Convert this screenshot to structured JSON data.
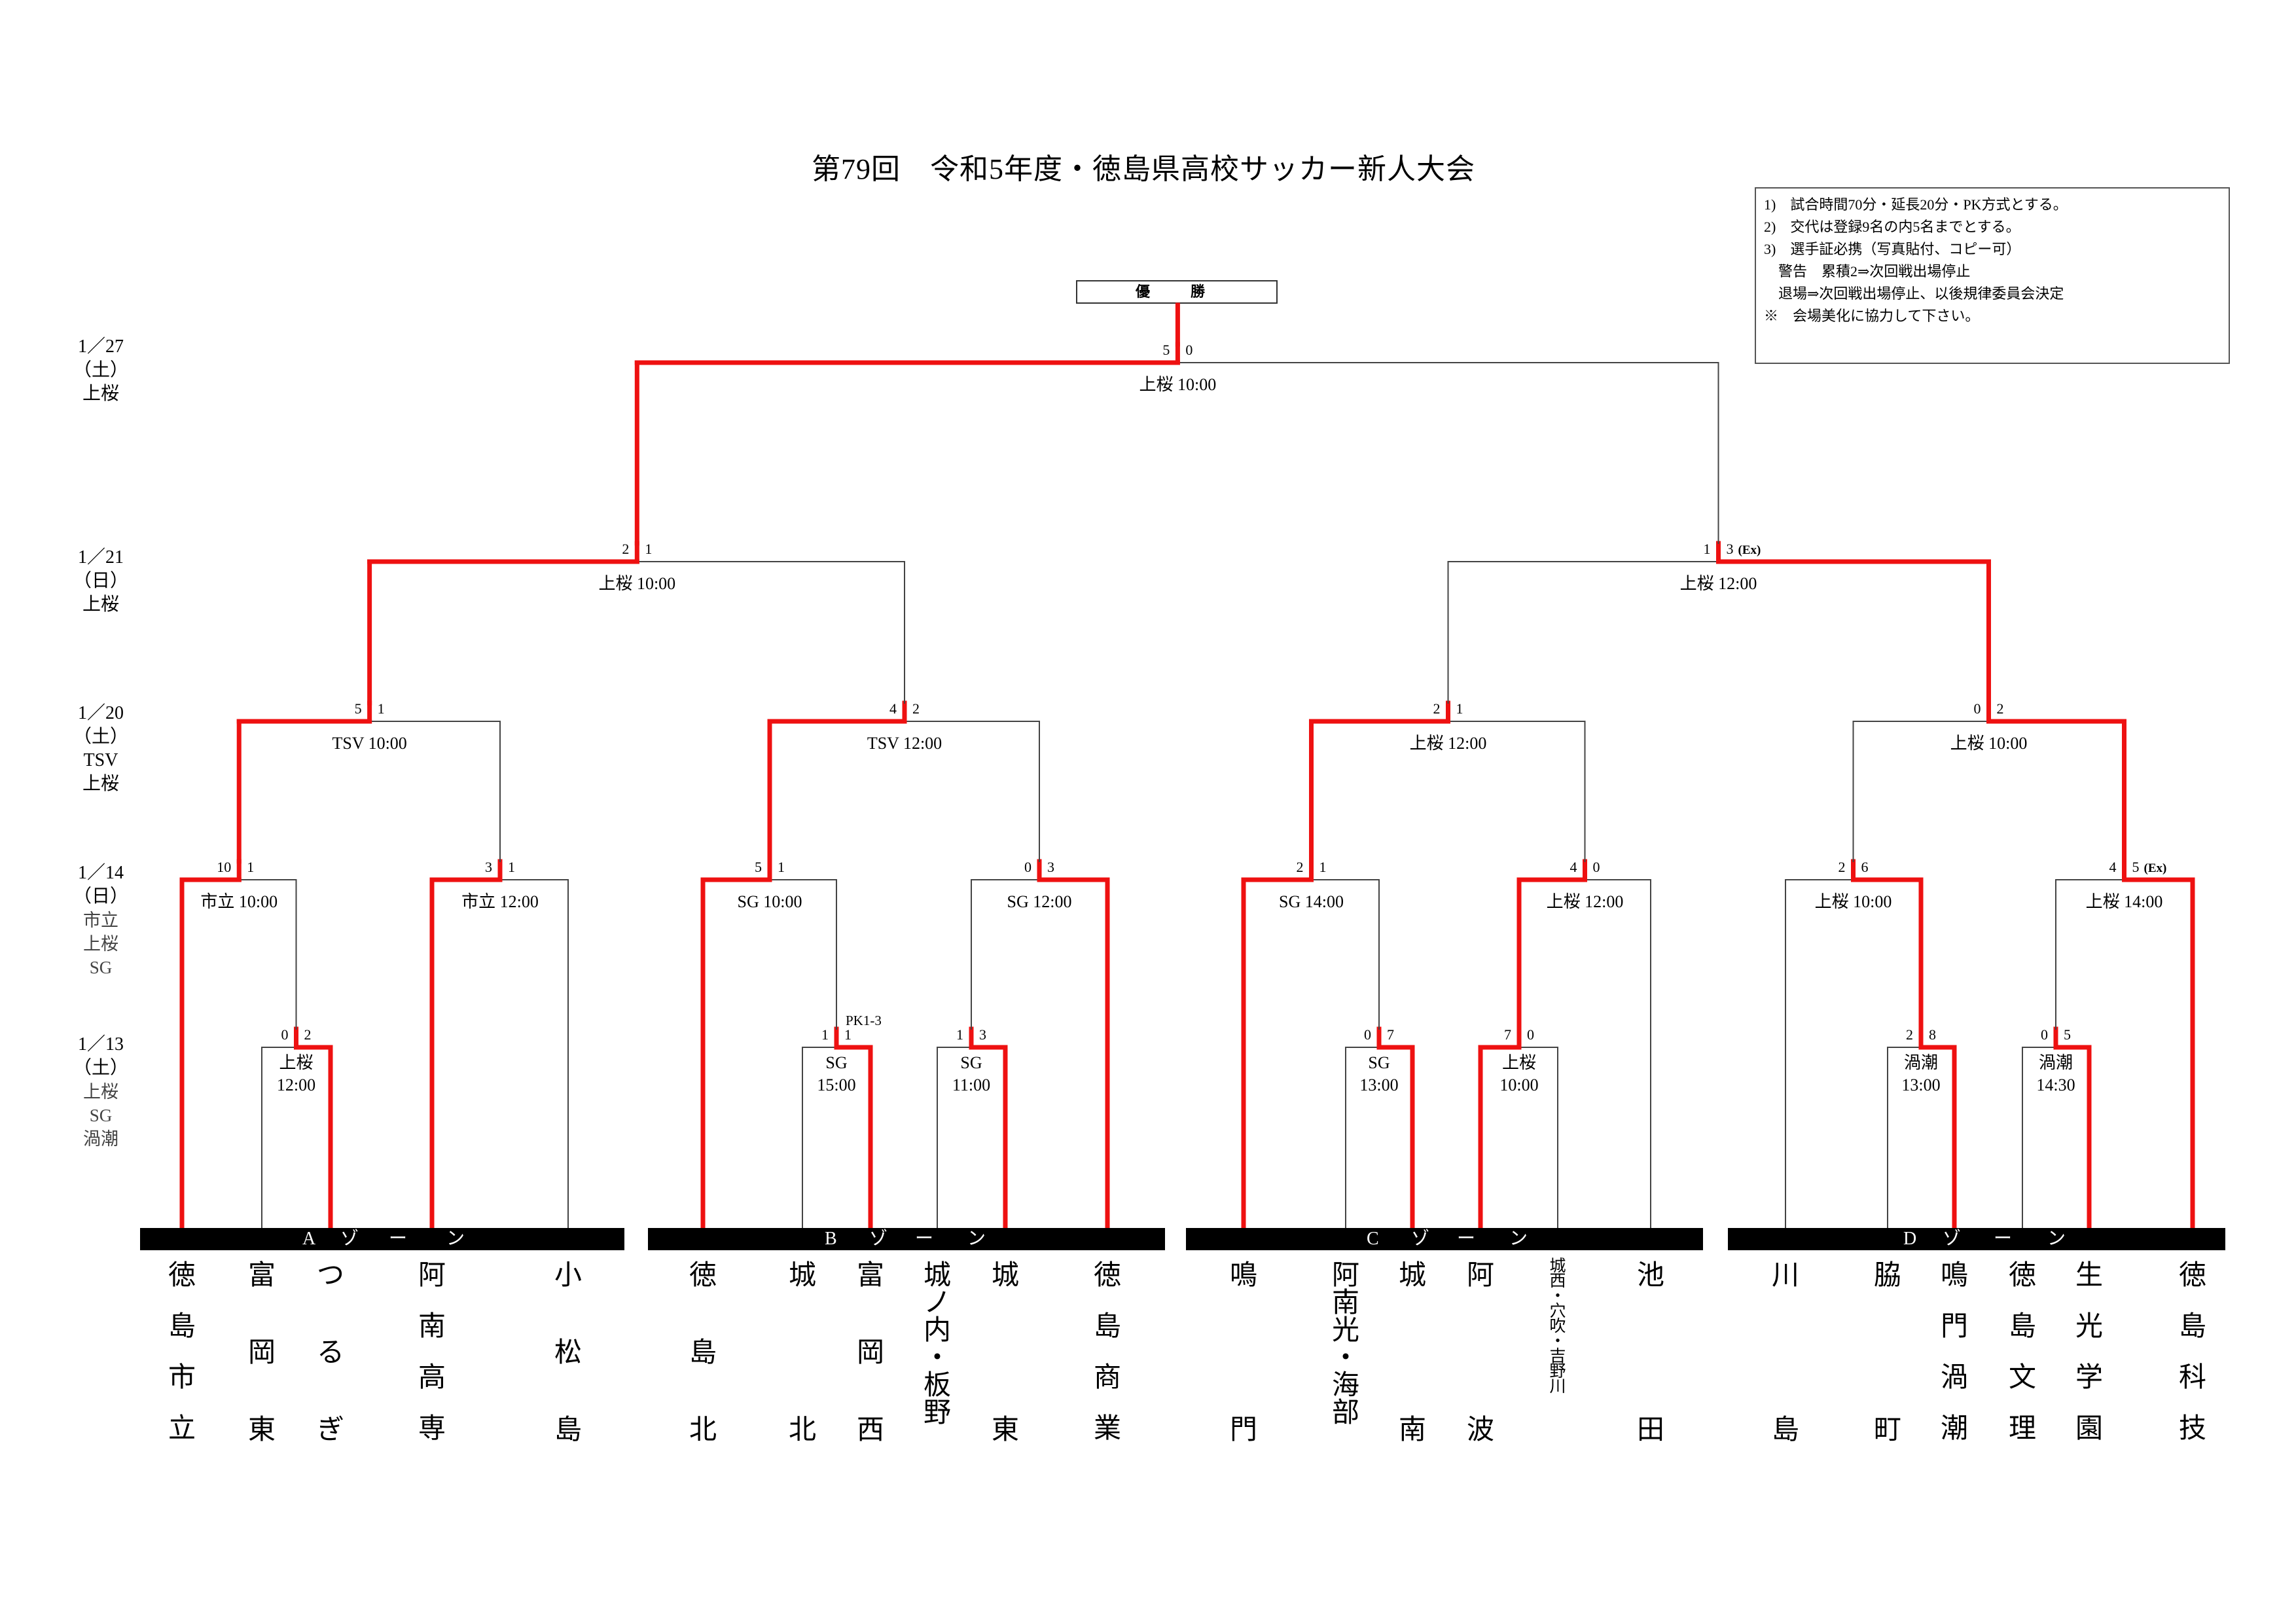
{
  "title": "第79回　令和5年度・徳島県高校サッカー新人大会",
  "notes": [
    "1)　試合時間70分・延長20分・PK方式とする。",
    "2)　交代は登録9名の内5名までとする。",
    "3)　選手証必携（写真貼付、コピー可）",
    "　警告　累積2⇒次回戦出場停止",
    "　退場⇒次回戦出場停止、以後規律委員会決定",
    "※　会場美化に協力して下さい。"
  ],
  "champion_label": "優　勝",
  "rounds": [
    {
      "date": "1／27",
      "day": "（土）",
      "venues": [
        "上桜"
      ]
    },
    {
      "date": "1／21",
      "day": "（日）",
      "venues": [
        "上桜"
      ]
    },
    {
      "date": "1／20",
      "day": "（土）",
      "venues": [
        "TSV",
        "上桜"
      ]
    },
    {
      "date": "1／14",
      "day": "（日）",
      "venues": [
        "市立",
        "上桜",
        "SG"
      ]
    },
    {
      "date": "1／13",
      "day": "（土）",
      "venues": [
        "上桜",
        "SG",
        "渦潮"
      ]
    }
  ],
  "zones": [
    {
      "letter": "A",
      "chars": [
        "ゾ",
        "ー",
        "ン"
      ]
    },
    {
      "letter": "B",
      "chars": [
        "ゾ",
        "ー",
        "ン"
      ]
    },
    {
      "letter": "C",
      "chars": [
        "ゾ",
        "ー",
        "ン"
      ]
    },
    {
      "letter": "D",
      "chars": [
        "ゾ",
        "ー",
        "ン"
      ]
    }
  ],
  "teams": [
    {
      "id": "t0",
      "name": "徳島市立",
      "chars": [
        "徳",
        "島",
        "市",
        "立"
      ]
    },
    {
      "id": "t1",
      "name": "富岡東",
      "chars": [
        "富",
        "岡",
        "東"
      ]
    },
    {
      "id": "t2",
      "name": "つるぎ",
      "chars": [
        "つ",
        "る",
        "ぎ"
      ]
    },
    {
      "id": "t3",
      "name": "阿南高専",
      "chars": [
        "阿",
        "南",
        "高",
        "専"
      ]
    },
    {
      "id": "t4",
      "name": "小松島",
      "chars": [
        "小",
        "松",
        "島"
      ]
    },
    {
      "id": "t5",
      "name": "徳島北",
      "chars": [
        "徳",
        "島",
        "北"
      ]
    },
    {
      "id": "t6",
      "name": "城北",
      "chars": [
        "城",
        "北"
      ]
    },
    {
      "id": "t7",
      "name": "富岡西",
      "chars": [
        "富",
        "岡",
        "西"
      ]
    },
    {
      "id": "t8",
      "name": "城ノ内・板野",
      "chars": [
        "城",
        "ノ",
        "内",
        "・",
        "板",
        "野"
      ]
    },
    {
      "id": "t9",
      "name": "城東",
      "chars": [
        "城",
        "東"
      ]
    },
    {
      "id": "t10",
      "name": "徳島商業",
      "chars": [
        "徳",
        "島",
        "商",
        "業"
      ]
    },
    {
      "id": "t11",
      "name": "鳴門",
      "chars": [
        "鳴",
        "門"
      ]
    },
    {
      "id": "t12",
      "name": "阿南光・海部",
      "chars": [
        "阿",
        "南",
        "光",
        "・",
        "海",
        "部"
      ]
    },
    {
      "id": "t13",
      "name": "城南",
      "chars": [
        "城",
        "南"
      ]
    },
    {
      "id": "t14",
      "name": "阿波",
      "chars": [
        "阿",
        "波"
      ]
    },
    {
      "id": "t15",
      "name": "城西・穴吹・吉野川",
      "chars": [
        "城",
        "西",
        "・",
        "穴",
        "吹",
        "・",
        "吉",
        "野",
        "川"
      ]
    },
    {
      "id": "t16",
      "name": "池田",
      "chars": [
        "池",
        "田"
      ]
    },
    {
      "id": "t17",
      "name": "川島",
      "chars": [
        "川",
        "島"
      ]
    },
    {
      "id": "t18",
      "name": "脇町",
      "chars": [
        "脇",
        "町"
      ]
    },
    {
      "id": "t19",
      "name": "鳴門渦潮",
      "chars": [
        "鳴",
        "門",
        "渦",
        "潮"
      ]
    },
    {
      "id": "t20",
      "name": "徳島文理",
      "chars": [
        "徳",
        "島",
        "文",
        "理"
      ]
    },
    {
      "id": "t21",
      "name": "生光学園",
      "chars": [
        "生",
        "光",
        "学",
        "園"
      ]
    },
    {
      "id": "t22",
      "name": "徳島科技",
      "chars": [
        "徳",
        "島",
        "科",
        "技"
      ]
    }
  ],
  "matches": [
    {
      "id": "m1",
      "round": "1/13",
      "zone": "A",
      "venue": "上桜",
      "time": "12:00",
      "score_left": "0",
      "score_right": "2",
      "winner": "right"
    },
    {
      "id": "m2",
      "round": "1/13",
      "zone": "B",
      "venue": "SG",
      "time": "15:00",
      "score_left": "1",
      "score_right": "1",
      "note": "PK1-3",
      "winner": "right"
    },
    {
      "id": "m3",
      "round": "1/13",
      "zone": "B",
      "venue": "SG",
      "time": "11:00",
      "score_left": "1",
      "score_right": "3",
      "winner": "right"
    },
    {
      "id": "m4",
      "round": "1/13",
      "zone": "C",
      "venue": "SG",
      "time": "13:00",
      "score_left": "0",
      "score_right": "7",
      "winner": "right"
    },
    {
      "id": "m5",
      "round": "1/13",
      "zone": "C",
      "venue": "上桜",
      "time": "10:00",
      "score_left": "7",
      "score_right": "0",
      "winner": "left"
    },
    {
      "id": "m6",
      "round": "1/13",
      "zone": "D",
      "venue": "渦潮",
      "time": "13:00",
      "score_left": "2",
      "score_right": "8",
      "winner": "right"
    },
    {
      "id": "m7",
      "round": "1/13",
      "zone": "D",
      "venue": "渦潮",
      "time": "14:30",
      "score_left": "0",
      "score_right": "5",
      "winner": "right"
    },
    {
      "id": "m8",
      "round": "1/14",
      "zone": "A",
      "label": "市立 10:00",
      "score_left": "10",
      "score_right": "1",
      "winner": "left"
    },
    {
      "id": "m9",
      "round": "1/14",
      "zone": "A",
      "label": "市立 12:00",
      "score_left": "3",
      "score_right": "1",
      "winner": "left"
    },
    {
      "id": "m10",
      "round": "1/14",
      "zone": "B",
      "label": "SG 10:00",
      "score_left": "5",
      "score_right": "1",
      "winner": "left"
    },
    {
      "id": "m11",
      "round": "1/14",
      "zone": "B",
      "label": "SG 12:00",
      "score_left": "0",
      "score_right": "3",
      "winner": "right"
    },
    {
      "id": "m12",
      "round": "1/14",
      "zone": "C",
      "label": "SG 14:00",
      "score_left": "2",
      "score_right": "1",
      "winner": "left"
    },
    {
      "id": "m13",
      "round": "1/14",
      "zone": "C",
      "label": "上桜 12:00",
      "score_left": "4",
      "score_right": "0",
      "winner": "left"
    },
    {
      "id": "m14",
      "round": "1/14",
      "zone": "D",
      "label": "上桜 10:00",
      "score_left": "2",
      "score_right": "6",
      "winner": "right"
    },
    {
      "id": "m15",
      "round": "1/14",
      "zone": "D",
      "label": "上桜 14:00",
      "score_left": "4",
      "score_right": "5",
      "note": "(Ex)",
      "winner": "right"
    },
    {
      "id": "m16",
      "round": "1/20",
      "zone": "A",
      "label": "TSV 10:00",
      "score_left": "5",
      "score_right": "1",
      "winner": "left"
    },
    {
      "id": "m17",
      "round": "1/20",
      "zone": "B",
      "label": "TSV 12:00",
      "score_left": "4",
      "score_right": "2",
      "winner": "left"
    },
    {
      "id": "m18",
      "round": "1/20",
      "zone": "C",
      "label": "上桜 12:00",
      "score_left": "2",
      "score_right": "1",
      "winner": "left"
    },
    {
      "id": "m19",
      "round": "1/20",
      "zone": "D",
      "label": "上桜 10:00",
      "score_left": "0",
      "score_right": "2",
      "winner": "right"
    },
    {
      "id": "m20",
      "round": "1/21",
      "label": "上桜 10:00",
      "score_left": "2",
      "score_right": "1",
      "winner": "left"
    },
    {
      "id": "m21",
      "round": "1/21",
      "label": "上桜 12:00",
      "score_left": "1",
      "score_right": "3",
      "note": "(Ex)",
      "winner": "right"
    },
    {
      "id": "m22",
      "round": "1/27",
      "label": "上桜 10:00",
      "score_left": "5",
      "score_right": "0",
      "winner": "left"
    }
  ]
}
